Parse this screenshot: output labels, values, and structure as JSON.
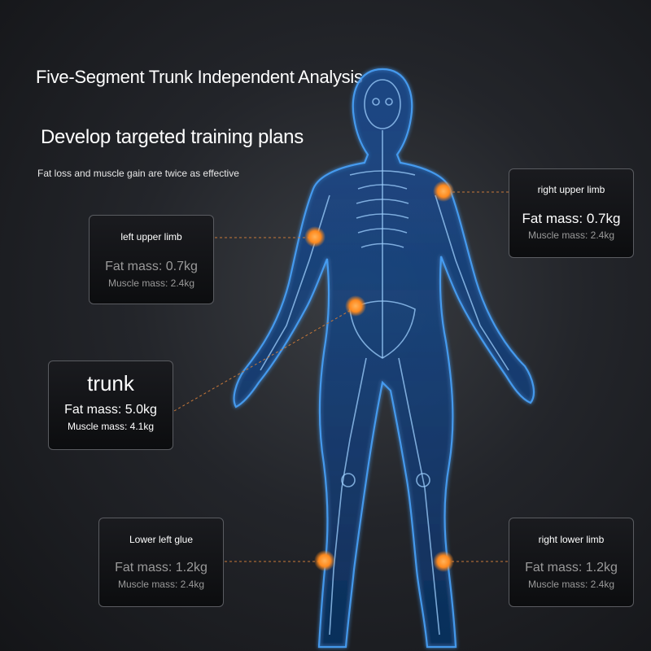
{
  "header": {
    "title": "Five-Segment Trunk Independent Analysis",
    "headline": "Develop targeted training plans",
    "subtitle": "Fat loss and muscle gain are twice as effective"
  },
  "segments": {
    "left_upper_limb": {
      "name": "left upper limb",
      "fat": "Fat mass: 0.7kg",
      "muscle": "Muscle mass: 2.4kg"
    },
    "right_upper_limb": {
      "name": "right upper limb",
      "fat": "Fat mass: 0.7kg",
      "muscle": "Muscle mass: 2.4kg"
    },
    "trunk": {
      "name": "trunk",
      "fat": "Fat mass: 5.0kg",
      "muscle": "Muscle mass: 4.1kg"
    },
    "lower_left_glue": {
      "name": "Lower left glue",
      "fat": "Fat mass: 1.2kg",
      "muscle": "Muscle mass: 2.4kg"
    },
    "right_lower_limb": {
      "name": "right lower limb",
      "fat": "Fat mass: 1.2kg",
      "muscle": "Muscle mass: 2.4kg"
    }
  },
  "colors": {
    "body_glow": "#2f8fff",
    "marker": "#ff8a1e",
    "connector": "#c8793a"
  }
}
